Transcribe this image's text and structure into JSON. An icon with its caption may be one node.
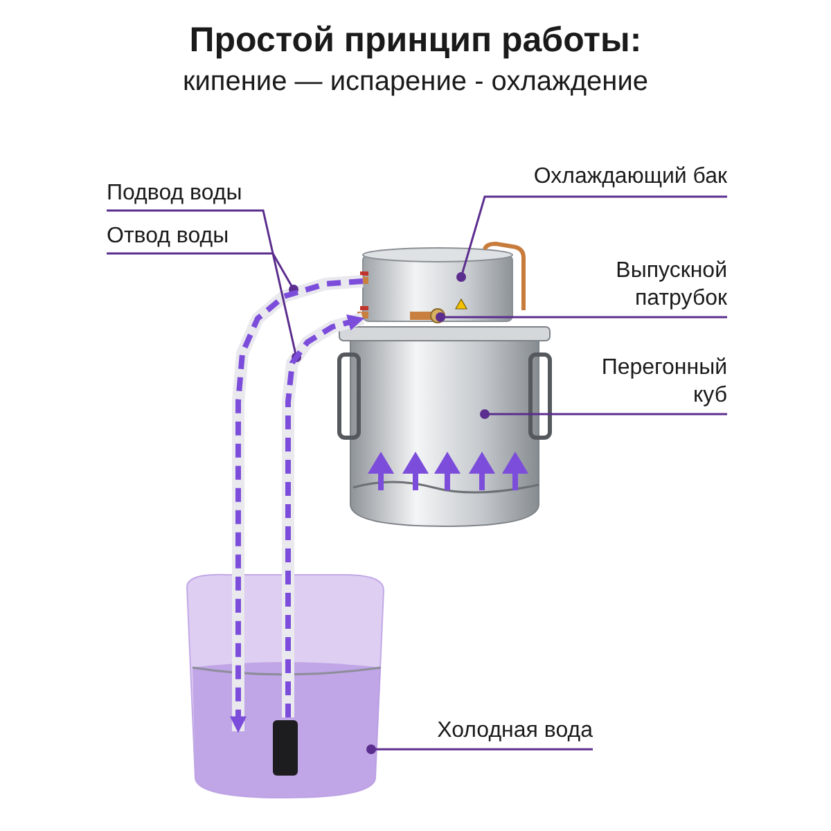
{
  "diagram": {
    "title": "Простой принцип работы:",
    "labels": [
      "кипение — испарение - охлаждение"
    ],
    "nodes": [
      {
        "text": [
          "Подвод воды"
        ]
      },
      {
        "text": [
          "Отвод воды"
        ]
      },
      {
        "text": [
          "Охлаждающий бак"
        ]
      },
      {
        "text": [
          "Выпускной патрубок"
        ]
      },
      {
        "text": [
          "Перегонный куб"
        ]
      },
      {
        "text": [
          "Холодная вода"
        ]
      },
      {
        "text": [],
        "shape": "cylinder"
      },
      {
        "text": [],
        "shape": "bar",
        "in": 6
      },
      {
        "text": [],
        "shape": "cylinder"
      },
      {
        "text": [],
        "shape": "box"
      }
    ],
    "edges": [
      {
        "from": 0,
        "to": null,
        "arrow": "other"
      },
      {
        "from": 1,
        "to": null,
        "arrow": "other"
      },
      {
        "from": 2,
        "to": 6,
        "arrow": "other"
      },
      {
        "from": 3,
        "to": 7,
        "arrow": "other"
      },
      {
        "from": 4,
        "to": 8,
        "arrow": "other"
      },
      {
        "from": 5,
        "to": 9,
        "arrow": "other"
      },
      {
        "from": 6,
        "to": 9,
        "arrow": "to",
        "style": "dashed",
        "color": "#7c4ddb"
      },
      {
        "from": 9,
        "to": 6,
        "arrow": "to",
        "style": "dashed",
        "color": "#7c4ddb"
      }
    ]
  }
}
